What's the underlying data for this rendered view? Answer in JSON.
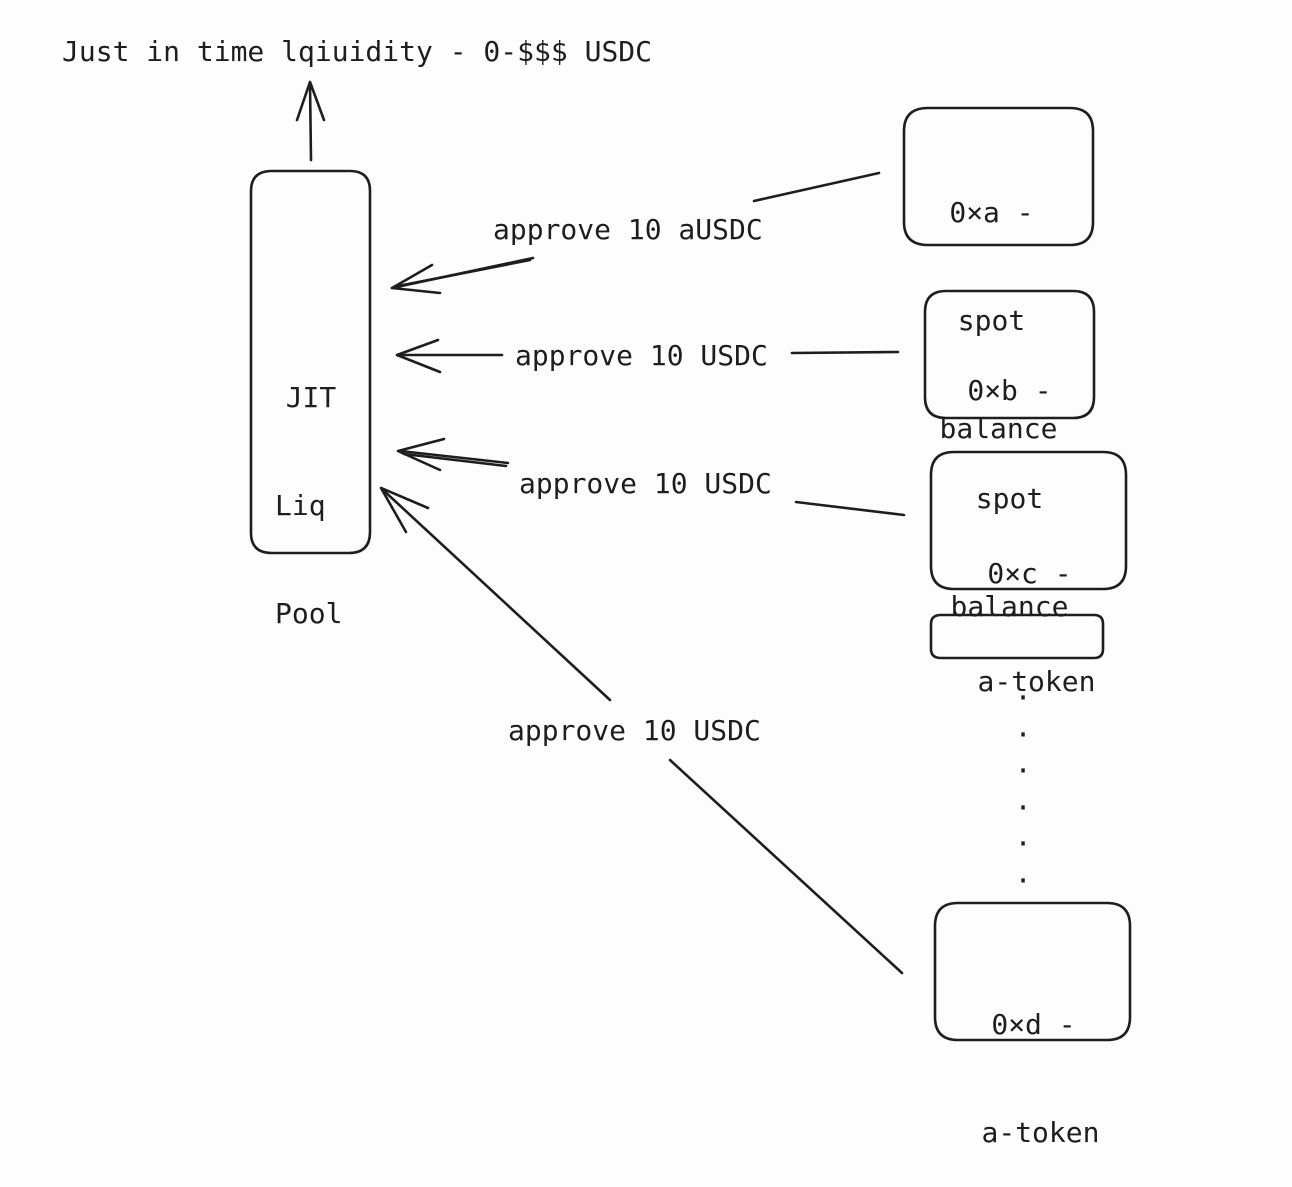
{
  "title": "Just in time lqiuidity - 0-$$$ USDC",
  "pool": {
    "lines": [
      "JIT",
      "Liq",
      "Pool"
    ]
  },
  "nodes": {
    "a": {
      "lines": [
        "0×a -",
        "spot",
        "balance"
      ]
    },
    "b": {
      "lines": [
        "0×b -",
        "spot",
        "balance"
      ]
    },
    "c": {
      "lines": [
        "0×c -",
        "a-token"
      ]
    },
    "d": {
      "lines": [
        "0×d -",
        "a-token"
      ]
    }
  },
  "edges": {
    "a": {
      "label": "approve 10 aUSDC"
    },
    "b": {
      "label": "approve 10 USDC"
    },
    "c": {
      "label": "approve 10 USDC"
    },
    "d": {
      "label": "approve 10 USDC"
    }
  },
  "ellipsis": {
    "dots": [
      "·",
      "·",
      "·",
      "·",
      "·",
      "·"
    ]
  }
}
